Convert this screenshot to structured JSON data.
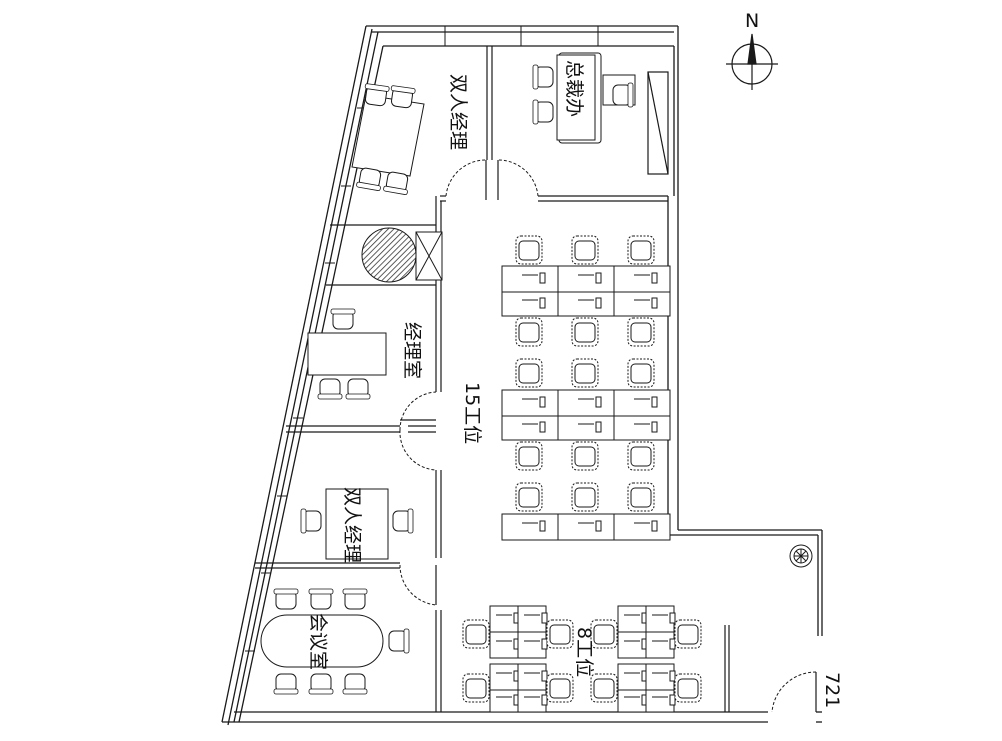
{
  "labels": {
    "north": "N",
    "double_manager_top": "双人经理",
    "president_office": "总裁办",
    "manager_room": "经理室",
    "workstations_15": "15工位",
    "double_manager_bottom": "双人经理",
    "meeting_room": "会议室",
    "workstations_8": "8工位",
    "unit_number": "721"
  },
  "icons": {
    "compass": "north-arrow-icon",
    "plant": "potted-plant-icon"
  },
  "colors": {
    "line": "#1a1a1a",
    "hatch": "#333333",
    "background": "#ffffff"
  }
}
